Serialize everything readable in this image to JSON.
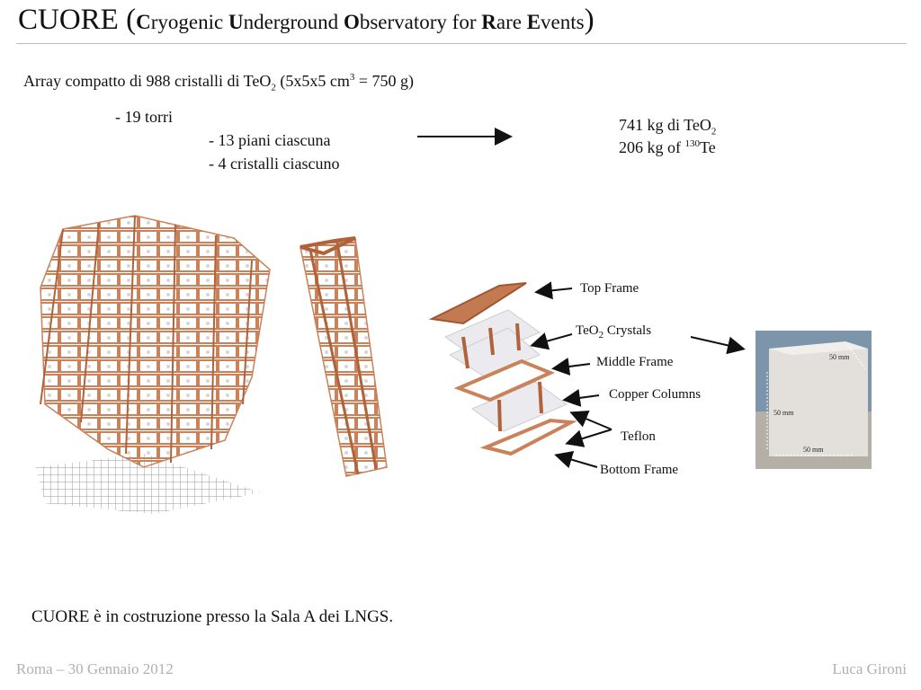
{
  "slide": {
    "title_main": "CUORE (",
    "title_words": [
      {
        "cap": "C",
        "rest": "ryogenic "
      },
      {
        "cap": "U",
        "rest": "nderground "
      },
      {
        "cap": "O",
        "rest": "bservatory for "
      },
      {
        "cap": "R",
        "rest": "are "
      },
      {
        "cap": "E",
        "rest": "vents"
      }
    ],
    "title_close": ")"
  },
  "intro": {
    "text_a": "Array compatto di 988 cristalli di TeO",
    "sub_a": "2",
    "text_b": " (5x5x5 cm",
    "sup_b": "3",
    "text_c": "  = 750 g)"
  },
  "structure": {
    "towers": "- 19 torri",
    "floors": "- 13 piani ciascuna",
    "crystals": "- 4 cristalli ciascuno"
  },
  "result": {
    "line1_a": "741 kg di TeO",
    "line1_sub": "2",
    "line2_a": "206 kg of ",
    "line2_sup": "130",
    "line2_b": "Te"
  },
  "labels": {
    "top_frame": "Top Frame",
    "teo2": "TeO",
    "teo2_sub": "2",
    "teo2_rest": " Crystals",
    "middle_frame": "Middle Frame",
    "copper_columns": "Copper Columns",
    "teflon": "Teflon",
    "bottom_frame": "Bottom Frame"
  },
  "crystal_photo": {
    "dim_top": "50 mm",
    "dim_left": "50 mm",
    "dim_bottom": "50 mm"
  },
  "note": "CUORE è in costruzione presso la Sala A dei LNGS.",
  "footer": {
    "left": "Roma – 30 Gennaio 2012",
    "right": "Luca Gironi"
  },
  "colors": {
    "copper": "#c9825a",
    "copper_dark": "#b0623b",
    "photo_bg": "#7d95aa"
  }
}
